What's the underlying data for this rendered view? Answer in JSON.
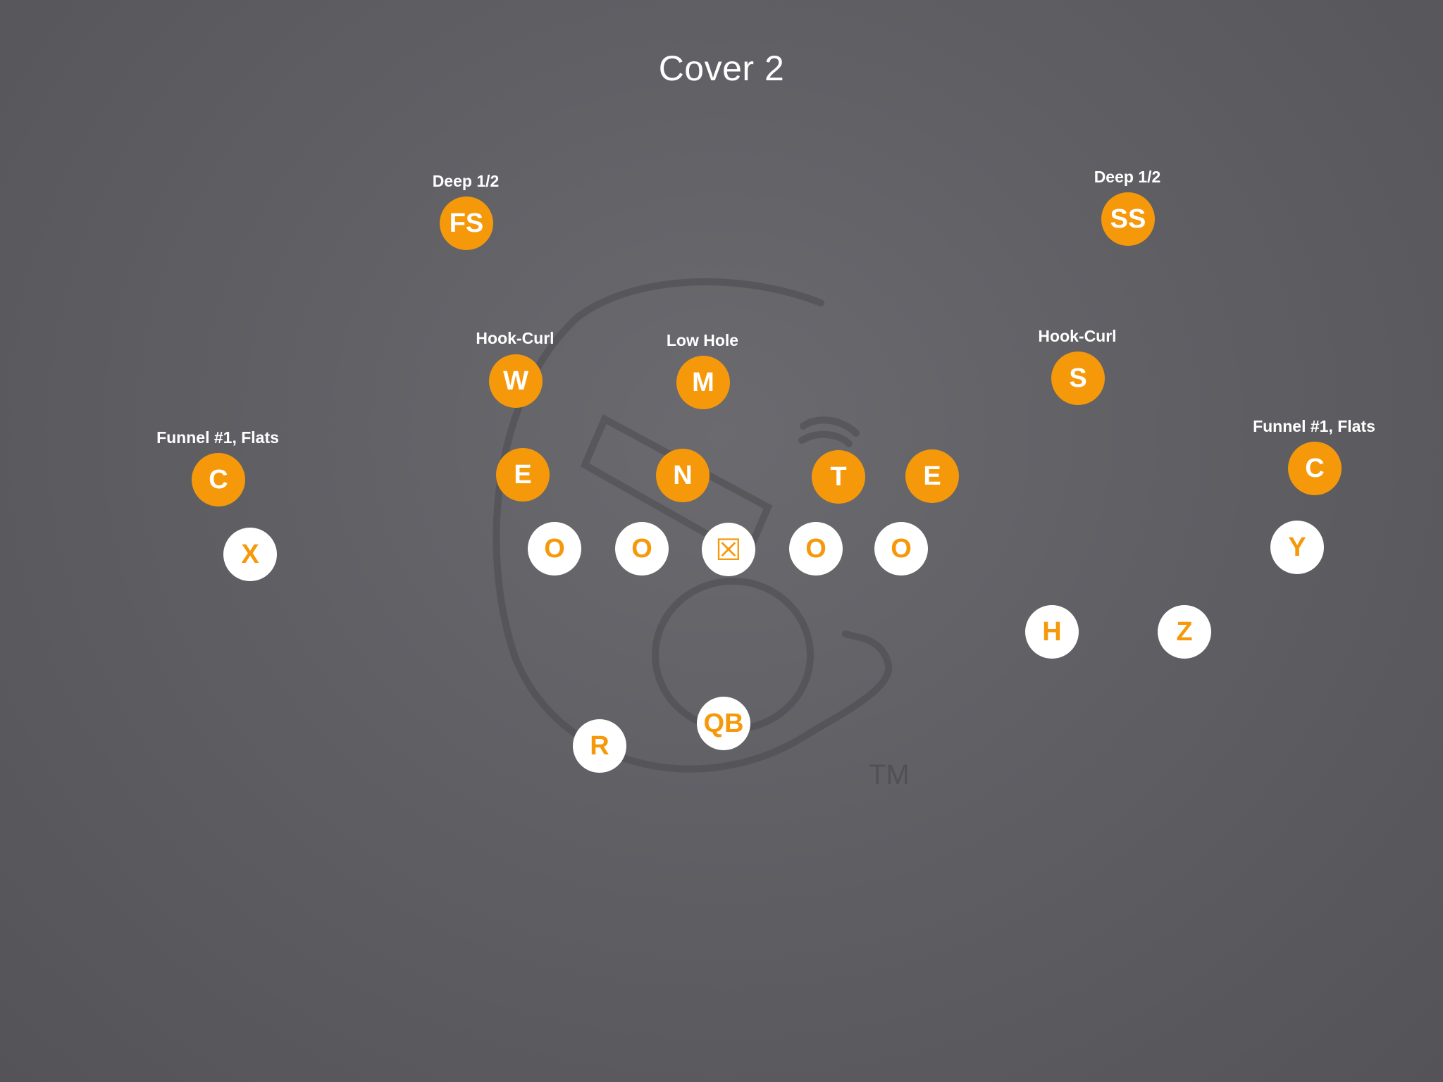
{
  "title": "Cover 2",
  "colors": {
    "defense": "#f5990b",
    "offense": "#ffffff",
    "background": "#5f5f64"
  },
  "watermark": {
    "icon": "whistle-logo-icon",
    "tm": "TM"
  },
  "assignments": {
    "fs": "Deep 1/2",
    "ss": "Deep 1/2",
    "w": "Hook-Curl",
    "m": "Low Hole",
    "s": "Hook-Curl",
    "c_left": "Funnel #1, Flats",
    "c_right": "Funnel #1, Flats"
  },
  "defense": {
    "fs": "FS",
    "ss": "SS",
    "w": "W",
    "m": "M",
    "s": "S",
    "c_left": "C",
    "c_right": "C",
    "e_left": "E",
    "n": "N",
    "t": "T",
    "e_right": "E"
  },
  "offense": {
    "x": "X",
    "ol1": "O",
    "ol2": "O",
    "center": "☒",
    "ol4": "O",
    "ol5": "O",
    "y": "Y",
    "h": "H",
    "z": "Z",
    "qb": "QB",
    "r": "R"
  }
}
